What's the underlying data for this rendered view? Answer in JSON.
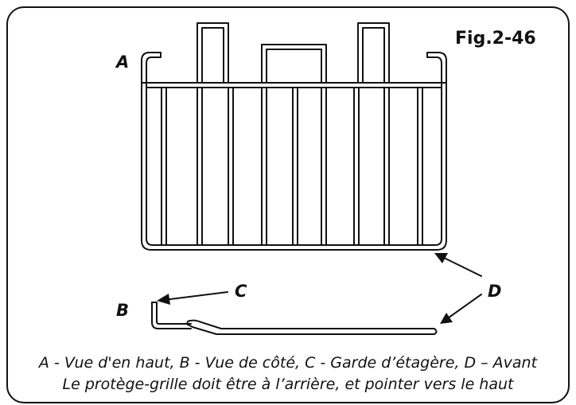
{
  "figure": {
    "number": "Fig.2-46",
    "labels": {
      "a": "A",
      "b": "B",
      "c": "C",
      "d": "D"
    },
    "caption": {
      "line1": "A - Vue d'en haut,   B - Vue de côté,   C - Garde d’étagère,   D – Avant",
      "line2": "Le protège-grille doit être à l’arrière, et pointer vers le haut"
    }
  }
}
